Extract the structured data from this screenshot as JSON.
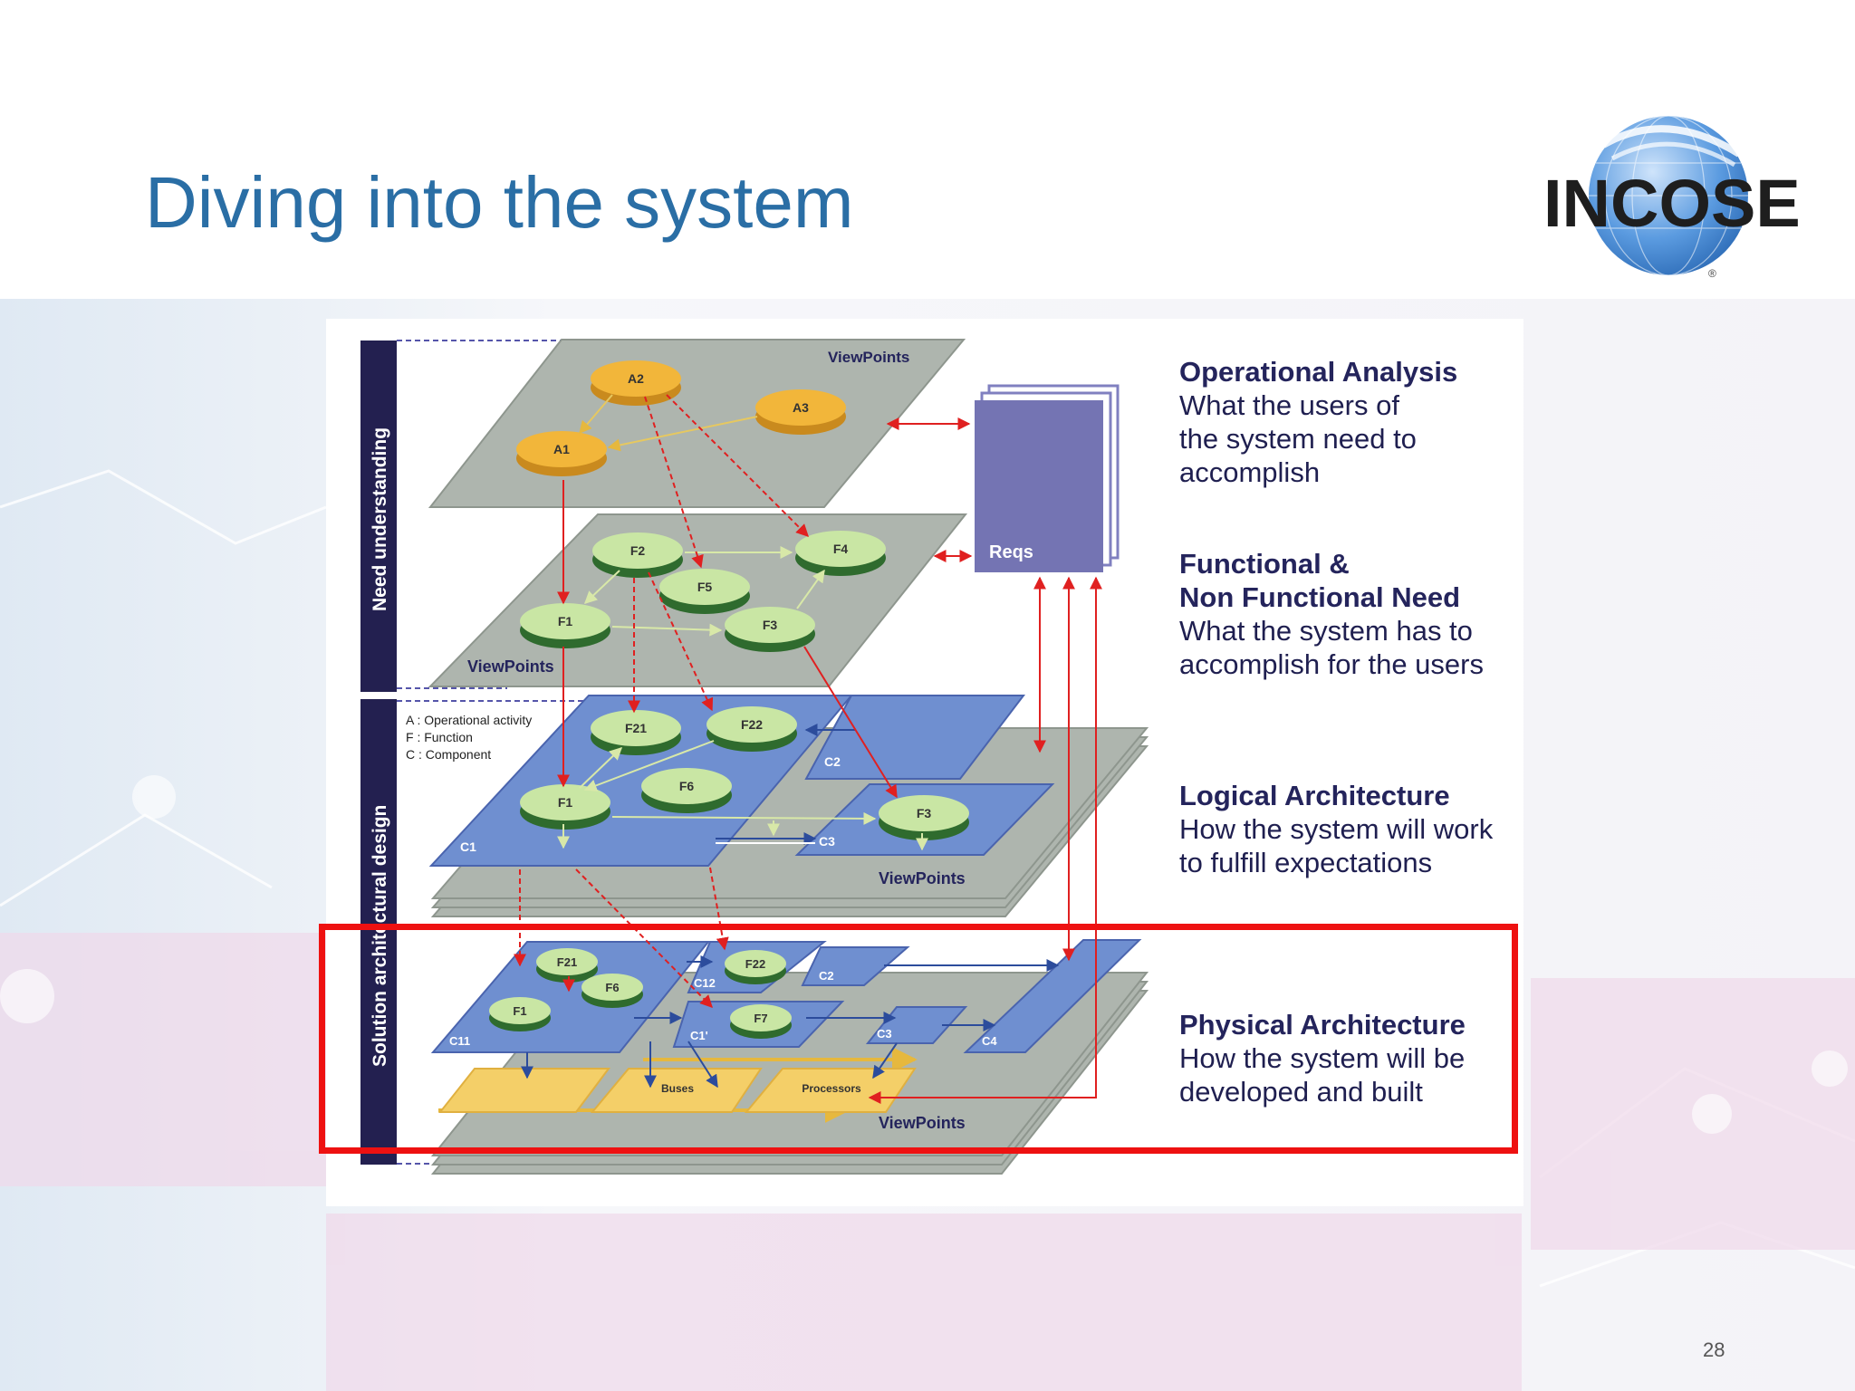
{
  "slide": {
    "title": "Diving into the system",
    "page_number": "28",
    "logo_text": "INCOSE",
    "logo_registered": "®"
  },
  "diagram": {
    "side_labels": {
      "need": "Need understanding",
      "solution": "Solution architectural design"
    },
    "legend": {
      "a": "A : Operational activity",
      "f": "F : Function",
      "c": "C : Component"
    },
    "viewpoints_label": "ViewPoints",
    "reqs_label": "Reqs",
    "operational": {
      "activities": [
        "A2",
        "A3",
        "A1"
      ]
    },
    "functional": {
      "functions": [
        "F2",
        "F4",
        "F5",
        "F1",
        "F3"
      ]
    },
    "logical": {
      "functions": [
        "F21",
        "F22",
        "F6",
        "F1",
        "F3"
      ],
      "components": [
        "C1",
        "C2",
        "C3"
      ]
    },
    "physical": {
      "functions": [
        "F21",
        "F6",
        "F1",
        "F22",
        "F7"
      ],
      "components": [
        "C11",
        "C12",
        "C1'",
        "C2",
        "C3",
        "C4"
      ],
      "hardware": [
        "Buses",
        "Processors"
      ]
    },
    "colors": {
      "activity": "#f2b63a",
      "function": "#c9e6a4",
      "function_edge": "#2f6b2e",
      "component": "#6f8fd0",
      "layer": "#aeb5ae",
      "reqs": "#7474b3",
      "link": "#e02020",
      "highlight": "#ee1111"
    }
  },
  "layers": [
    {
      "heading": "Operational Analysis",
      "lines": [
        "What the users of",
        "the system need to",
        "accomplish"
      ]
    },
    {
      "heading": "Functional &",
      "heading2": "Non Functional Need",
      "lines": [
        "What the system has to",
        "accomplish for the users"
      ]
    },
    {
      "heading": "Logical Architecture",
      "lines": [
        "How the system will work",
        "to fulfill expectations"
      ]
    },
    {
      "heading": "Physical Architecture",
      "lines": [
        "How the system will be",
        "developed and built"
      ]
    }
  ]
}
